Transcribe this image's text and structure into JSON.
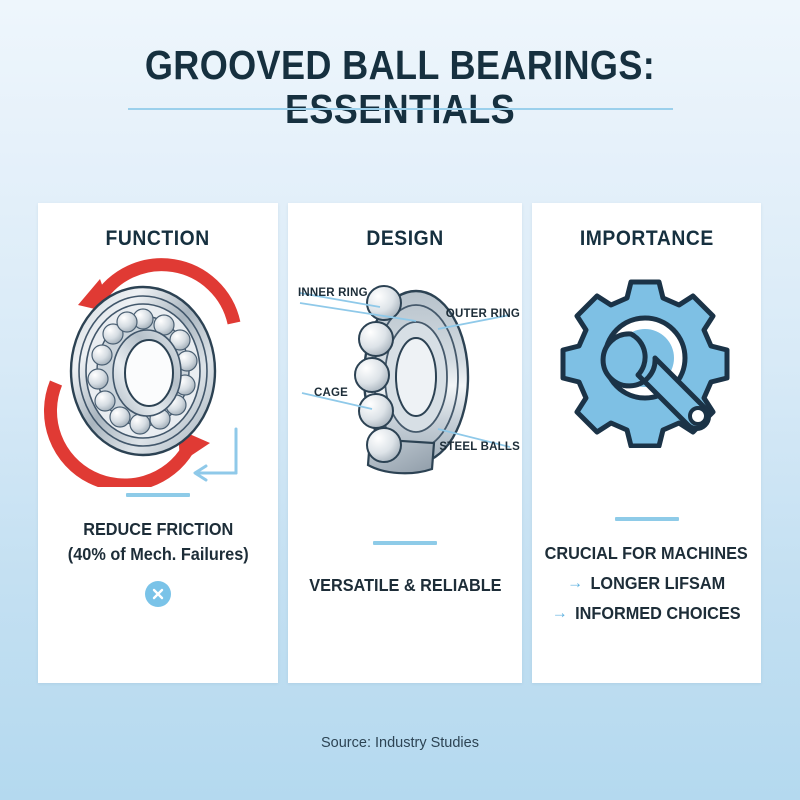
{
  "header": {
    "title_line1": "GROOVED BALL BEARINGS:",
    "title_line2": "ESSENTIALS"
  },
  "colors": {
    "title_text": "#16303f",
    "accent_blue": "#8ecbe8",
    "icon_blue": "#7ac3e8",
    "arrow_red": "#e03a34",
    "metal_gray": "#b9c3cb",
    "card_bg": "#ffffff",
    "background_top": "#eef6fc",
    "background_bottom": "#b4d9ef"
  },
  "columns": [
    {
      "heading": "FUNCTION",
      "illustration": "ball-bearing-rotation-illustration",
      "caption_line1": "REDUCE FRICTION",
      "caption_line2": "(40% of Mech. Failures)",
      "stat_percent": "40%",
      "badge_icon": "x-circle-icon"
    },
    {
      "heading": "DESIGN",
      "illustration": "ball-bearing-cutaway-diagram",
      "labels": [
        "INNER RING",
        "OUTER RING",
        "CAGE",
        "STEEL BALLS"
      ],
      "caption_line1": "VERSATILE & RELIABLE"
    },
    {
      "heading": "IMPORTANCE",
      "illustration": "gear-wrench-icon",
      "caption_line1": "CRUCIAL FOR MACHINES",
      "bullets": [
        {
          "arrow": "→",
          "label": "LONGER LIFSAM"
        },
        {
          "arrow": "→",
          "label": "INFORMED CHOICES"
        }
      ]
    }
  ],
  "footer": {
    "source": "Source: Industry Studies"
  }
}
